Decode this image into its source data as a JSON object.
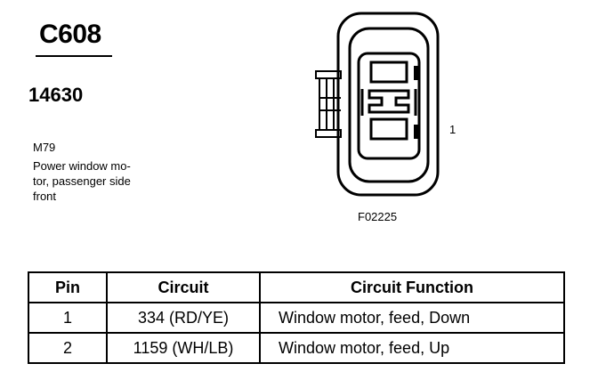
{
  "connector": {
    "id": "C608",
    "part_number": "14630",
    "component_code": "M79",
    "description_lines": [
      "Power window mo-",
      "tor, passenger side",
      "front"
    ],
    "pin_indicator": "1",
    "figure_code": "F02225"
  },
  "table": {
    "headers": [
      "Pin",
      "Circuit",
      "Circuit Function"
    ],
    "rows": [
      {
        "pin": "1",
        "circuit": "334 (RD/YE)",
        "function": "Window motor, feed, Down"
      },
      {
        "pin": "2",
        "circuit": "1159 (WH/LB)",
        "function": "Window motor, feed, Up"
      }
    ]
  }
}
